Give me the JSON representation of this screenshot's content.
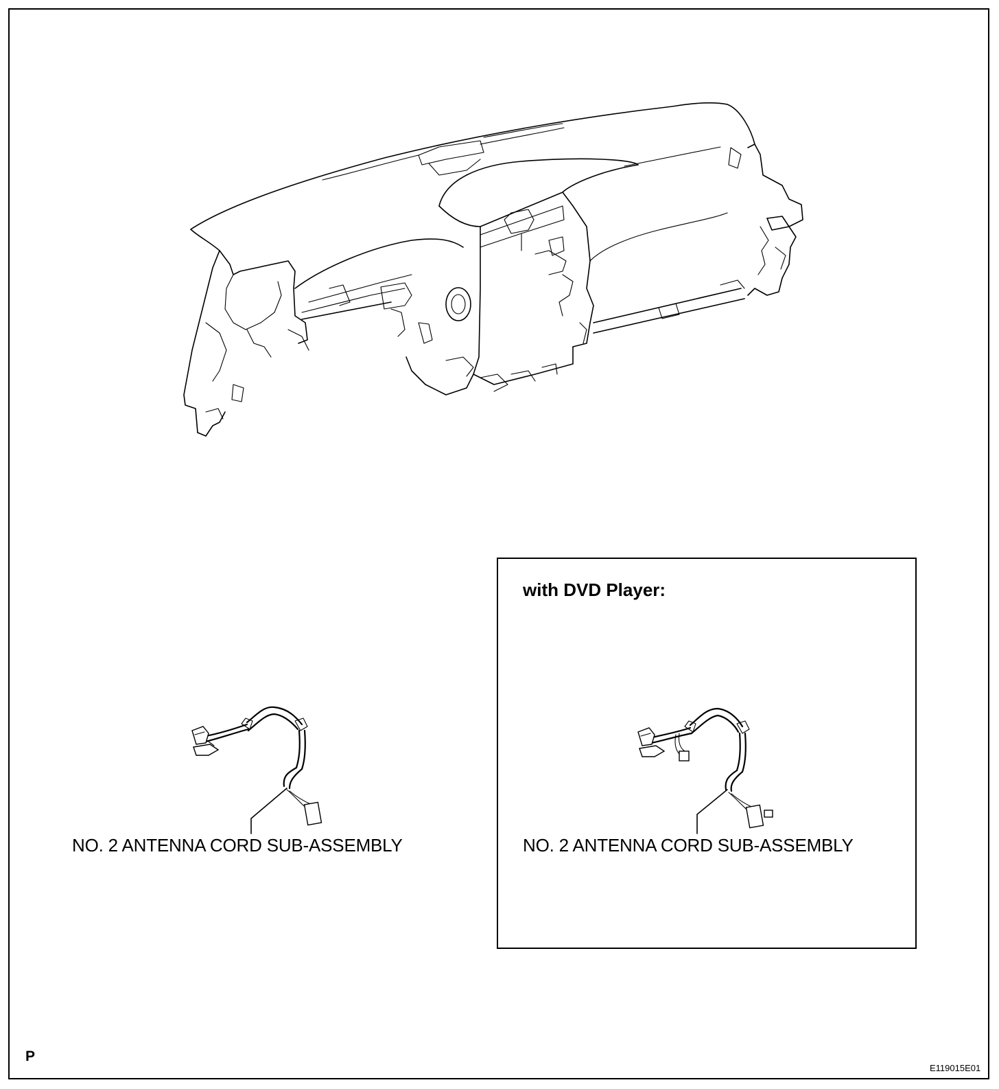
{
  "figure": {
    "part_label_left": "NO. 2 ANTENNA CORD SUB-ASSEMBLY",
    "inset_title": "with DVD Player:",
    "part_label_right": "NO. 2 ANTENNA CORD SUB-ASSEMBLY",
    "page_letter": "P",
    "figure_code": "E119015E01"
  }
}
